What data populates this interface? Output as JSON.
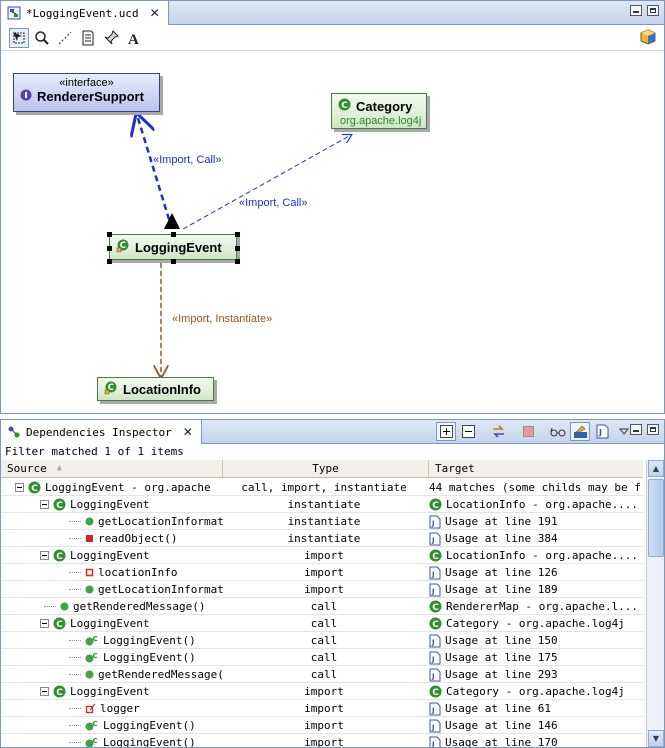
{
  "editor": {
    "tab_title": "*LoggingEvent.ucd",
    "nodes": {
      "renderer": {
        "stereotype": "«interface»",
        "name": "RendererSupport"
      },
      "category": {
        "name": "Category",
        "package": "org.apache.log4j"
      },
      "logging_event": {
        "name": "LoggingEvent"
      },
      "location_info": {
        "name": "LocationInfo"
      }
    },
    "edges": {
      "renderer_label": "«Import, Call»",
      "category_label": "«Import, Call»",
      "location_label": "«Import, Instantiate»"
    },
    "palette": [
      "select-icon",
      "zoom-icon",
      "connector-icon",
      "note-icon",
      "pin-icon",
      "text-icon"
    ]
  },
  "inspector": {
    "tab_title": "Dependencies Inspector",
    "filter_text": "Filter matched 1 of 1 items",
    "columns": {
      "source": "Source",
      "type": "Type",
      "target": "Target"
    },
    "rows": [
      {
        "depth": 0,
        "expander": true,
        "icon": "class",
        "source": "LoggingEvent  -  org.apache",
        "type": "call, import, instantiate",
        "target_icon": "none",
        "target": "44 matches (some childs may be f..."
      },
      {
        "depth": 1,
        "expander": true,
        "icon": "class",
        "source": "LoggingEvent",
        "type": "instantiate",
        "target_icon": "class",
        "target": "LocationInfo  -  org.apache...."
      },
      {
        "depth": 2,
        "expander": false,
        "icon": "method",
        "source": "getLocationInformat",
        "type": "instantiate",
        "target_icon": "file",
        "target": "Usage at line 191"
      },
      {
        "depth": 2,
        "expander": false,
        "icon": "private",
        "source": "readObject()",
        "type": "instantiate",
        "target_icon": "file",
        "target": "Usage at line 384"
      },
      {
        "depth": 1,
        "expander": true,
        "icon": "class",
        "source": "LoggingEvent",
        "type": "import",
        "target_icon": "class",
        "target": "LocationInfo  -  org.apache...."
      },
      {
        "depth": 2,
        "expander": false,
        "icon": "field",
        "source": "locationInfo",
        "type": "import",
        "target_icon": "file",
        "target": "Usage at line 126"
      },
      {
        "depth": 2,
        "expander": false,
        "icon": "method",
        "source": "getLocationInformat",
        "type": "import",
        "target_icon": "file",
        "target": "Usage at line 189"
      },
      {
        "depth": 1,
        "expander": false,
        "icon": "method",
        "source": "getRenderedMessage()",
        "type": "call",
        "target_icon": "class",
        "target": "RendererMap  -  org.apache.l..."
      },
      {
        "depth": 1,
        "expander": true,
        "icon": "class",
        "source": "LoggingEvent",
        "type": "call",
        "target_icon": "class",
        "target": "Category  -  org.apache.log4j"
      },
      {
        "depth": 2,
        "expander": false,
        "icon": "constructor",
        "source": "LoggingEvent()",
        "type": "call",
        "target_icon": "file",
        "target": "Usage at line 150"
      },
      {
        "depth": 2,
        "expander": false,
        "icon": "constructor",
        "source": "LoggingEvent()",
        "type": "call",
        "target_icon": "file",
        "target": "Usage at line 175"
      },
      {
        "depth": 2,
        "expander": false,
        "icon": "method",
        "source": "getRenderedMessage(",
        "type": "call",
        "target_icon": "file",
        "target": "Usage at line 293"
      },
      {
        "depth": 1,
        "expander": true,
        "icon": "class",
        "source": "LoggingEvent",
        "type": "import",
        "target_icon": "class",
        "target": "Category  -  org.apache.log4j"
      },
      {
        "depth": 2,
        "expander": false,
        "icon": "static-field",
        "source": "logger",
        "type": "import",
        "target_icon": "file",
        "target": "Usage at line 61"
      },
      {
        "depth": 2,
        "expander": false,
        "icon": "constructor",
        "source": "LoggingEvent()",
        "type": "import",
        "target_icon": "file",
        "target": "Usage at line 146"
      },
      {
        "depth": 2,
        "expander": false,
        "icon": "constructor",
        "source": "LoggingEvent()",
        "type": "import",
        "target_icon": "file",
        "target": "Usage at line 170"
      }
    ]
  },
  "colors": {
    "pane_border": "#7a98c2",
    "node_green": "#4a7a46",
    "class_icon": "#2f8f2f",
    "edge_blue": "#1e2fd0",
    "edge_brown": "#8a5a2b"
  }
}
